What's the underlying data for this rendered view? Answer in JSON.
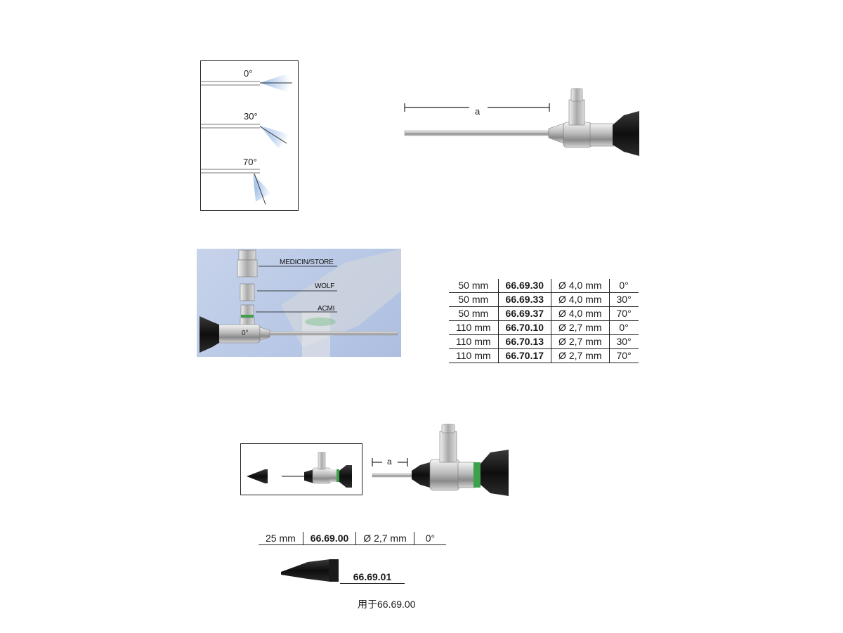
{
  "angle_diagram": {
    "angles": [
      "0°",
      "30°",
      "70°"
    ]
  },
  "dimension_label": "a",
  "connector_labels": [
    "MEDICIN/STORE",
    "WOLF",
    "ACMI"
  ],
  "scope_marking": "0°",
  "spec_table": {
    "rows": [
      {
        "length": "50 mm",
        "code": "66.69.30",
        "diameter": "Ø 4,0 mm",
        "angle": "0°"
      },
      {
        "length": "50 mm",
        "code": "66.69.33",
        "diameter": "Ø 4,0 mm",
        "angle": "30°"
      },
      {
        "length": "50 mm",
        "code": "66.69.37",
        "diameter": "Ø 4,0 mm",
        "angle": "70°"
      },
      {
        "length": "110 mm",
        "code": "66.70.10",
        "diameter": "Ø 2,7 mm",
        "angle": "0°"
      },
      {
        "length": "110 mm",
        "code": "66.70.13",
        "diameter": "Ø 2,7 mm",
        "angle": "30°"
      },
      {
        "length": "110 mm",
        "code": "66.70.17",
        "diameter": "Ø 2,7 mm",
        "angle": "70°"
      }
    ]
  },
  "otoscope_spec": {
    "length": "25 mm",
    "code": "66.69.00",
    "diameter": "Ø 2,7 mm",
    "angle": "0°"
  },
  "speculum": {
    "code": "66.69.01",
    "note": "用于66.69.00"
  }
}
